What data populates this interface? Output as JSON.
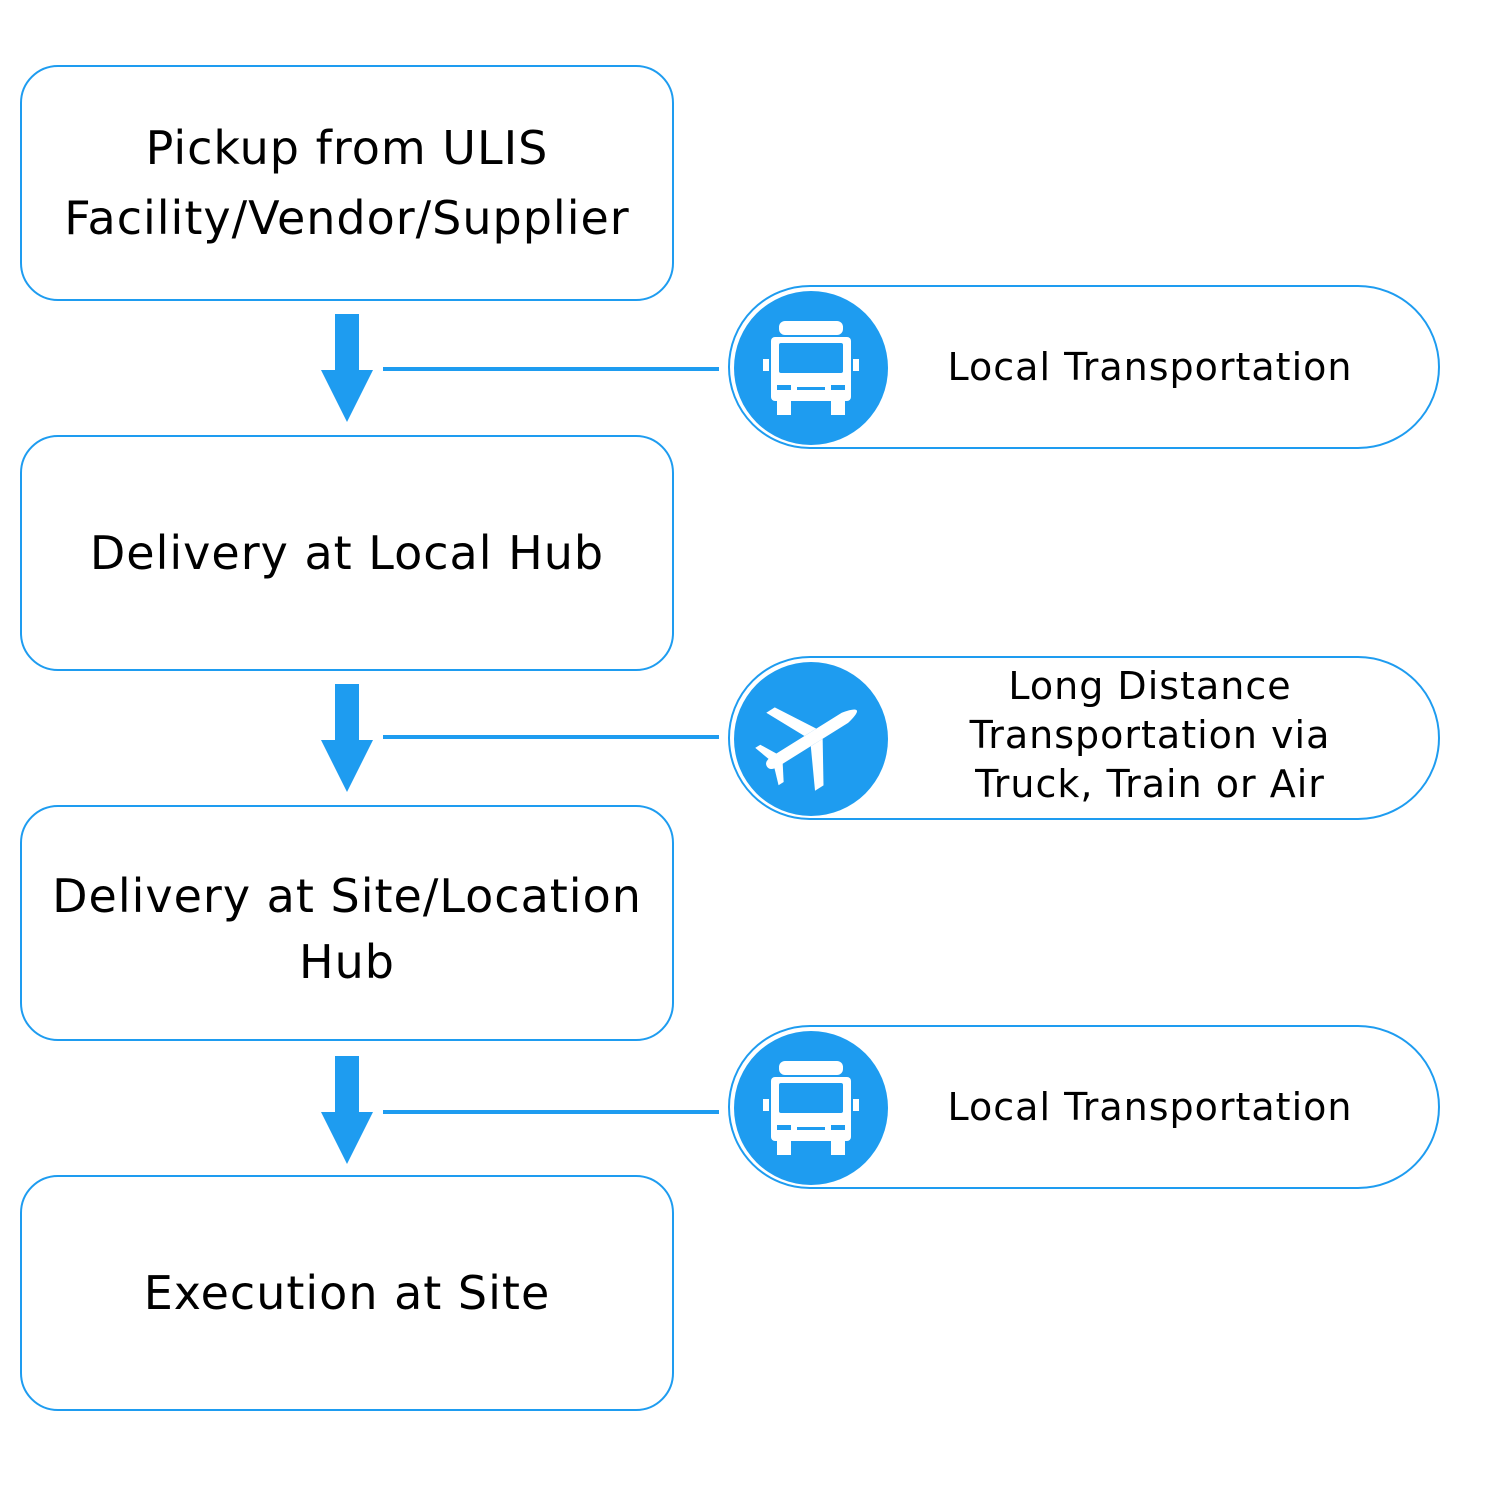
{
  "steps": [
    {
      "label": "Pickup from ULIS\nFacility/Vendor/Supplier"
    },
    {
      "label": "Delivery at Local Hub"
    },
    {
      "label": "Delivery at Site/Location\nHub"
    },
    {
      "label": "Execution at Site"
    }
  ],
  "transport_modes": [
    {
      "label": "Local Transportation",
      "icon": "bus-icon"
    },
    {
      "label": "Long Distance\nTransportation via\nTruck, Train or Air",
      "icon": "airplane-icon"
    },
    {
      "label": "Local Transportation",
      "icon": "bus-icon"
    }
  ],
  "colors": {
    "accent": "#1e9cf0",
    "text": "#000000",
    "background": "#ffffff"
  }
}
